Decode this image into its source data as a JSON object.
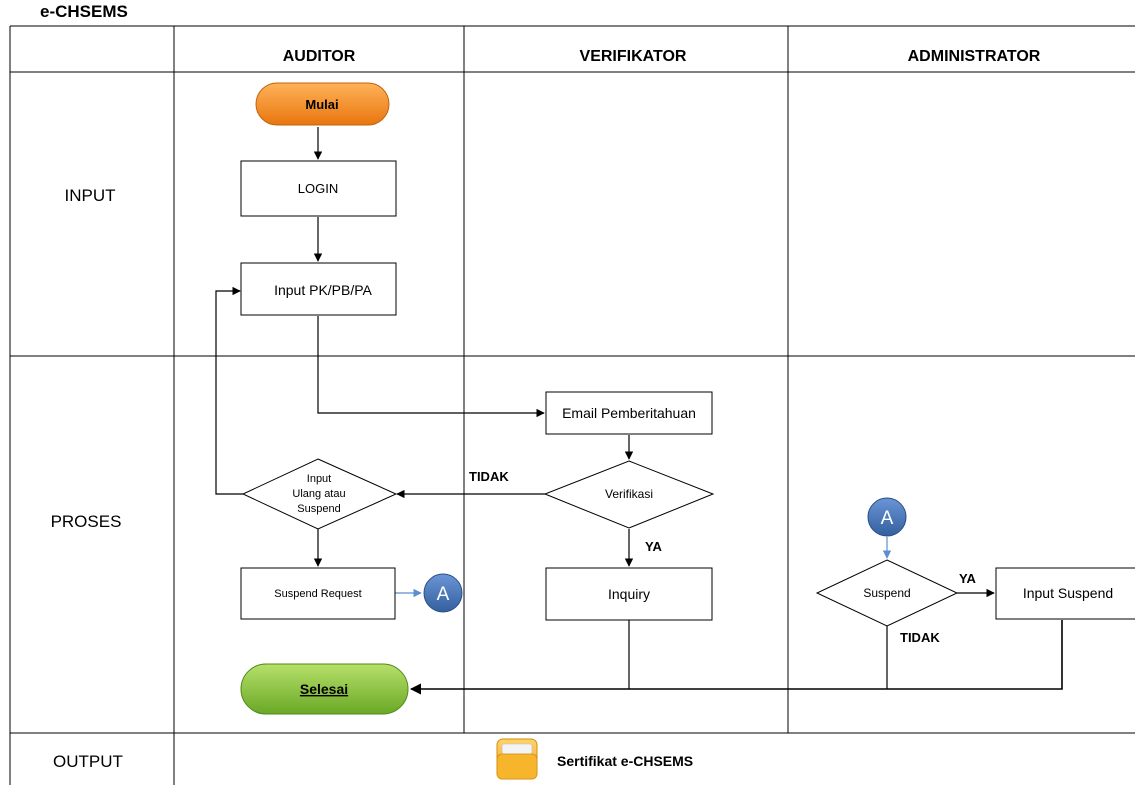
{
  "title": "e-CHSEMS",
  "lanes": {
    "auditor": "AUDITOR",
    "verifikator": "VERIFIKATOR",
    "administrator": "ADMINISTRATOR"
  },
  "rows": {
    "input": "INPUT",
    "proses": "PROSES",
    "output": "OUTPUT"
  },
  "nodes": {
    "mulai": "Mulai",
    "login": "LOGIN",
    "input_pk": "Input PK/PB/PA",
    "email": "Email Pemberitahuan",
    "verifikasi": "Verifikasi",
    "input_ulang": [
      "Input",
      "Ulang atau",
      "Suspend"
    ],
    "suspend_request": "Suspend Request",
    "inquiry": "Inquiry",
    "connector": "A",
    "suspend": "Suspend",
    "input_suspend": "Input Suspend",
    "selesai": "Selesai"
  },
  "labels": {
    "tidak_verif": "TIDAK",
    "ya_verif": "YA",
    "ya_suspend": "YA",
    "tidak_suspend": "TIDAK"
  },
  "output": {
    "label": "Sertifikat e-CHSEMS",
    "icon": "folder-icon"
  },
  "colors": {
    "start": "#f08a1c",
    "end": "#7fba2f",
    "connector": "#3f6fb5",
    "connector_arrow": "#5b8fd0"
  }
}
